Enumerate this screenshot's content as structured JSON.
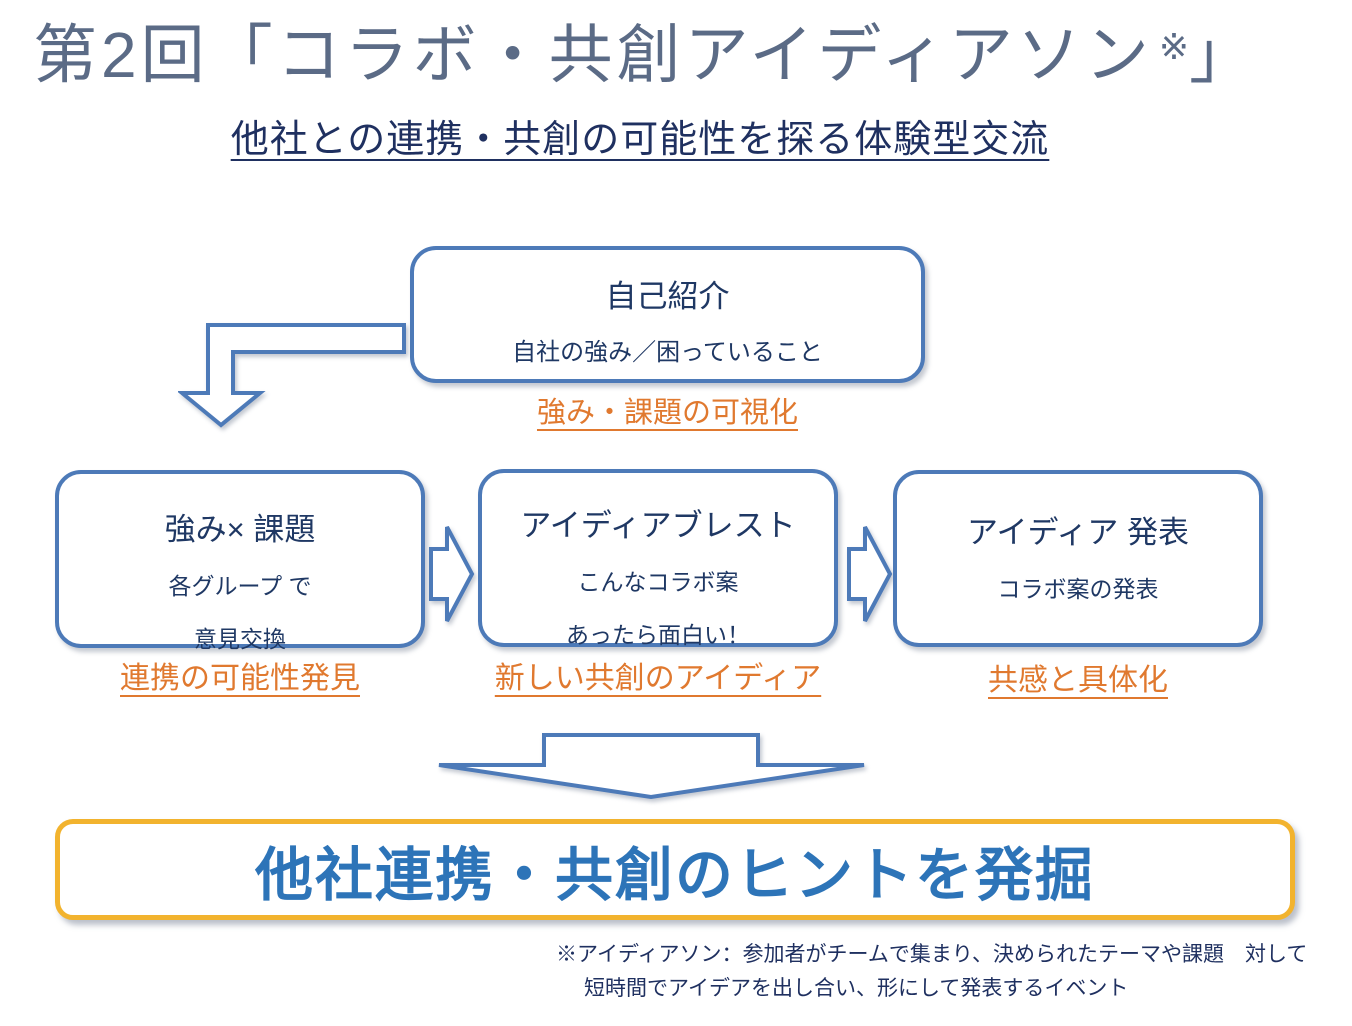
{
  "title": {
    "main": "第2回「コラボ・共創アイディアソン",
    "note_mark": "※",
    "closing_bracket": "」"
  },
  "subtitle": "他社との連携・共創の可能性を探る体験型交流",
  "flow": {
    "intro_box": {
      "title": "自己紹介",
      "body": "自社の強み／困っていること",
      "caption": "強み・課題の可視化"
    },
    "steps": [
      {
        "title": "強み× 課題",
        "line1": "各グループ で",
        "line2": "意見交換",
        "caption": "連携の可能性発見"
      },
      {
        "title": "アイディアブレスト",
        "line1": "こんなコラボ案",
        "line2": "あったら面白い！",
        "caption": "新しい共創のアイディア"
      },
      {
        "title": "アイディア 発表",
        "line1": "コラボ案の発表",
        "caption": "共感と具体化"
      }
    ],
    "result": "他社連携・共創のヒントを発掘"
  },
  "footnote": {
    "line1": "※アイディアソン：参加者がチームで集まり、決められたテーマや課題　対して",
    "line2": "短時間でアイデアを出し合い、形にして発表するイベント"
  },
  "icons": {
    "elbow_arrow": "bent-down-block-arrow",
    "step_arrow_1": "right-block-arrow",
    "step_arrow_2": "right-block-arrow",
    "merge_arrow": "wide-down-block-arrow"
  },
  "colors": {
    "title_text": "#5b6b86",
    "navy_text": "#1f3864",
    "subtitle_text": "#1f3060",
    "box_border_blue": "#4d7ab8",
    "accent_orange": "#e0792f",
    "result_border_yellow": "#f2b32e",
    "result_text_blue": "#2d74b8",
    "background": "#ffffff"
  }
}
